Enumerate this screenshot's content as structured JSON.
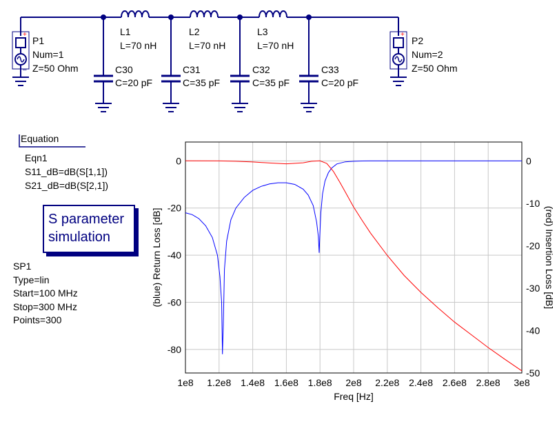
{
  "schematic": {
    "ports": [
      {
        "name": "P1",
        "num": "Num=1",
        "z": "Z=50 Ohm"
      },
      {
        "name": "P2",
        "num": "Num=2",
        "z": "Z=50 Ohm"
      }
    ],
    "inductors": [
      {
        "name": "L1",
        "value": "L=70 nH"
      },
      {
        "name": "L2",
        "value": "L=70 nH"
      },
      {
        "name": "L3",
        "value": "L=70 nH"
      }
    ],
    "capacitors": [
      {
        "name": "C30",
        "value": "C=20 pF"
      },
      {
        "name": "C31",
        "value": "C=35 pF"
      },
      {
        "name": "C32",
        "value": "C=35 pF"
      },
      {
        "name": "C33",
        "value": "C=20 pF"
      }
    ],
    "wire_color": "#000080",
    "port_plus_color": "#ff0000"
  },
  "equation": {
    "title": "Equation",
    "lines": [
      "Eqn1",
      "S11_dB=dB(S[1,1])",
      "S21_dB=dB(S[2,1])"
    ]
  },
  "simulation": {
    "title_line1": "S parameter",
    "title_line2": "simulation",
    "params": [
      "SP1",
      "Type=lin",
      "Start=100 MHz",
      "Stop=300 MHz",
      "Points=300"
    ]
  },
  "chart_data": {
    "type": "line",
    "xlabel": "Freq [Hz]",
    "ylabel_left": "(blue) Return Loss [dB]",
    "ylabel_right": "(red) Insertion Loss [dB]",
    "x_ticks": [
      "1e8",
      "1.2e8",
      "1.4e8",
      "1.6e8",
      "1.8e8",
      "2e8",
      "2.2e8",
      "2.4e8",
      "2.6e8",
      "2.8e8",
      "3e8"
    ],
    "y_left_ticks": [
      "0",
      "-20",
      "-40",
      "-60",
      "-80"
    ],
    "y_right_ticks": [
      "0",
      "-10",
      "-20",
      "-30",
      "-40",
      "-50"
    ],
    "xlim": [
      100000000.0,
      300000000.0
    ],
    "ylim_left": [
      -90,
      8
    ],
    "ylim_right": [
      -50,
      4.44
    ],
    "grid": true,
    "series": [
      {
        "axis": "left",
        "color": "#0000ff",
        "x": [
          100000000.0,
          104000000.0,
          108000000.0,
          112000000.0,
          116000000.0,
          119000000.0,
          120500000.0,
          121500000.0,
          122000000.0,
          122500000.0,
          123200000.0,
          124500000.0,
          127000000.0,
          130000000.0,
          135000000.0,
          140000000.0,
          145000000.0,
          150000000.0,
          155000000.0,
          160000000.0,
          165000000.0,
          170000000.0,
          173000000.0,
          176000000.0,
          178000000.0,
          179000000.0,
          179500000.0,
          180000000.0,
          180500000.0,
          181500000.0,
          183000000.0,
          185000000.0,
          187000000.0,
          190000000.0,
          195000000.0,
          200000000.0,
          205000000.0,
          210000000.0,
          220000000.0,
          240000000.0,
          260000000.0,
          300000000.0
        ],
        "y": [
          -22,
          -22.8,
          -24.5,
          -27.5,
          -32.5,
          -40,
          -49,
          -60,
          -82,
          -70,
          -46,
          -34,
          -25,
          -20,
          -15.5,
          -12.5,
          -10.8,
          -9.8,
          -9.3,
          -9.3,
          -10,
          -12,
          -14.5,
          -19,
          -26,
          -32,
          -39,
          -30,
          -22,
          -14,
          -8.5,
          -5,
          -3,
          -1.3,
          -0.4,
          -0.15,
          -0.05,
          -0.02,
          -0.01,
          -0.01,
          -0.01,
          -0.01
        ]
      },
      {
        "axis": "right",
        "color": "#ff0000",
        "x": [
          100000000.0,
          120000000.0,
          130000000.0,
          140000000.0,
          150000000.0,
          160000000.0,
          170000000.0,
          175000000.0,
          180000000.0,
          184000000.0,
          188000000.0,
          192000000.0,
          196000000.0,
          200000000.0,
          205000000.0,
          210000000.0,
          220000000.0,
          230000000.0,
          240000000.0,
          250000000.0,
          260000000.0,
          270000000.0,
          280000000.0,
          290000000.0,
          300000000.0
        ],
        "y": [
          0,
          -0.02,
          -0.1,
          -0.25,
          -0.5,
          -0.7,
          -0.45,
          -0.1,
          0,
          -0.6,
          -2.5,
          -5.2,
          -8.0,
          -10.9,
          -14.0,
          -17.0,
          -22.3,
          -27.0,
          -31.0,
          -34.6,
          -38.0,
          -41.0,
          -44.0,
          -46.8,
          -49.5
        ]
      }
    ]
  }
}
